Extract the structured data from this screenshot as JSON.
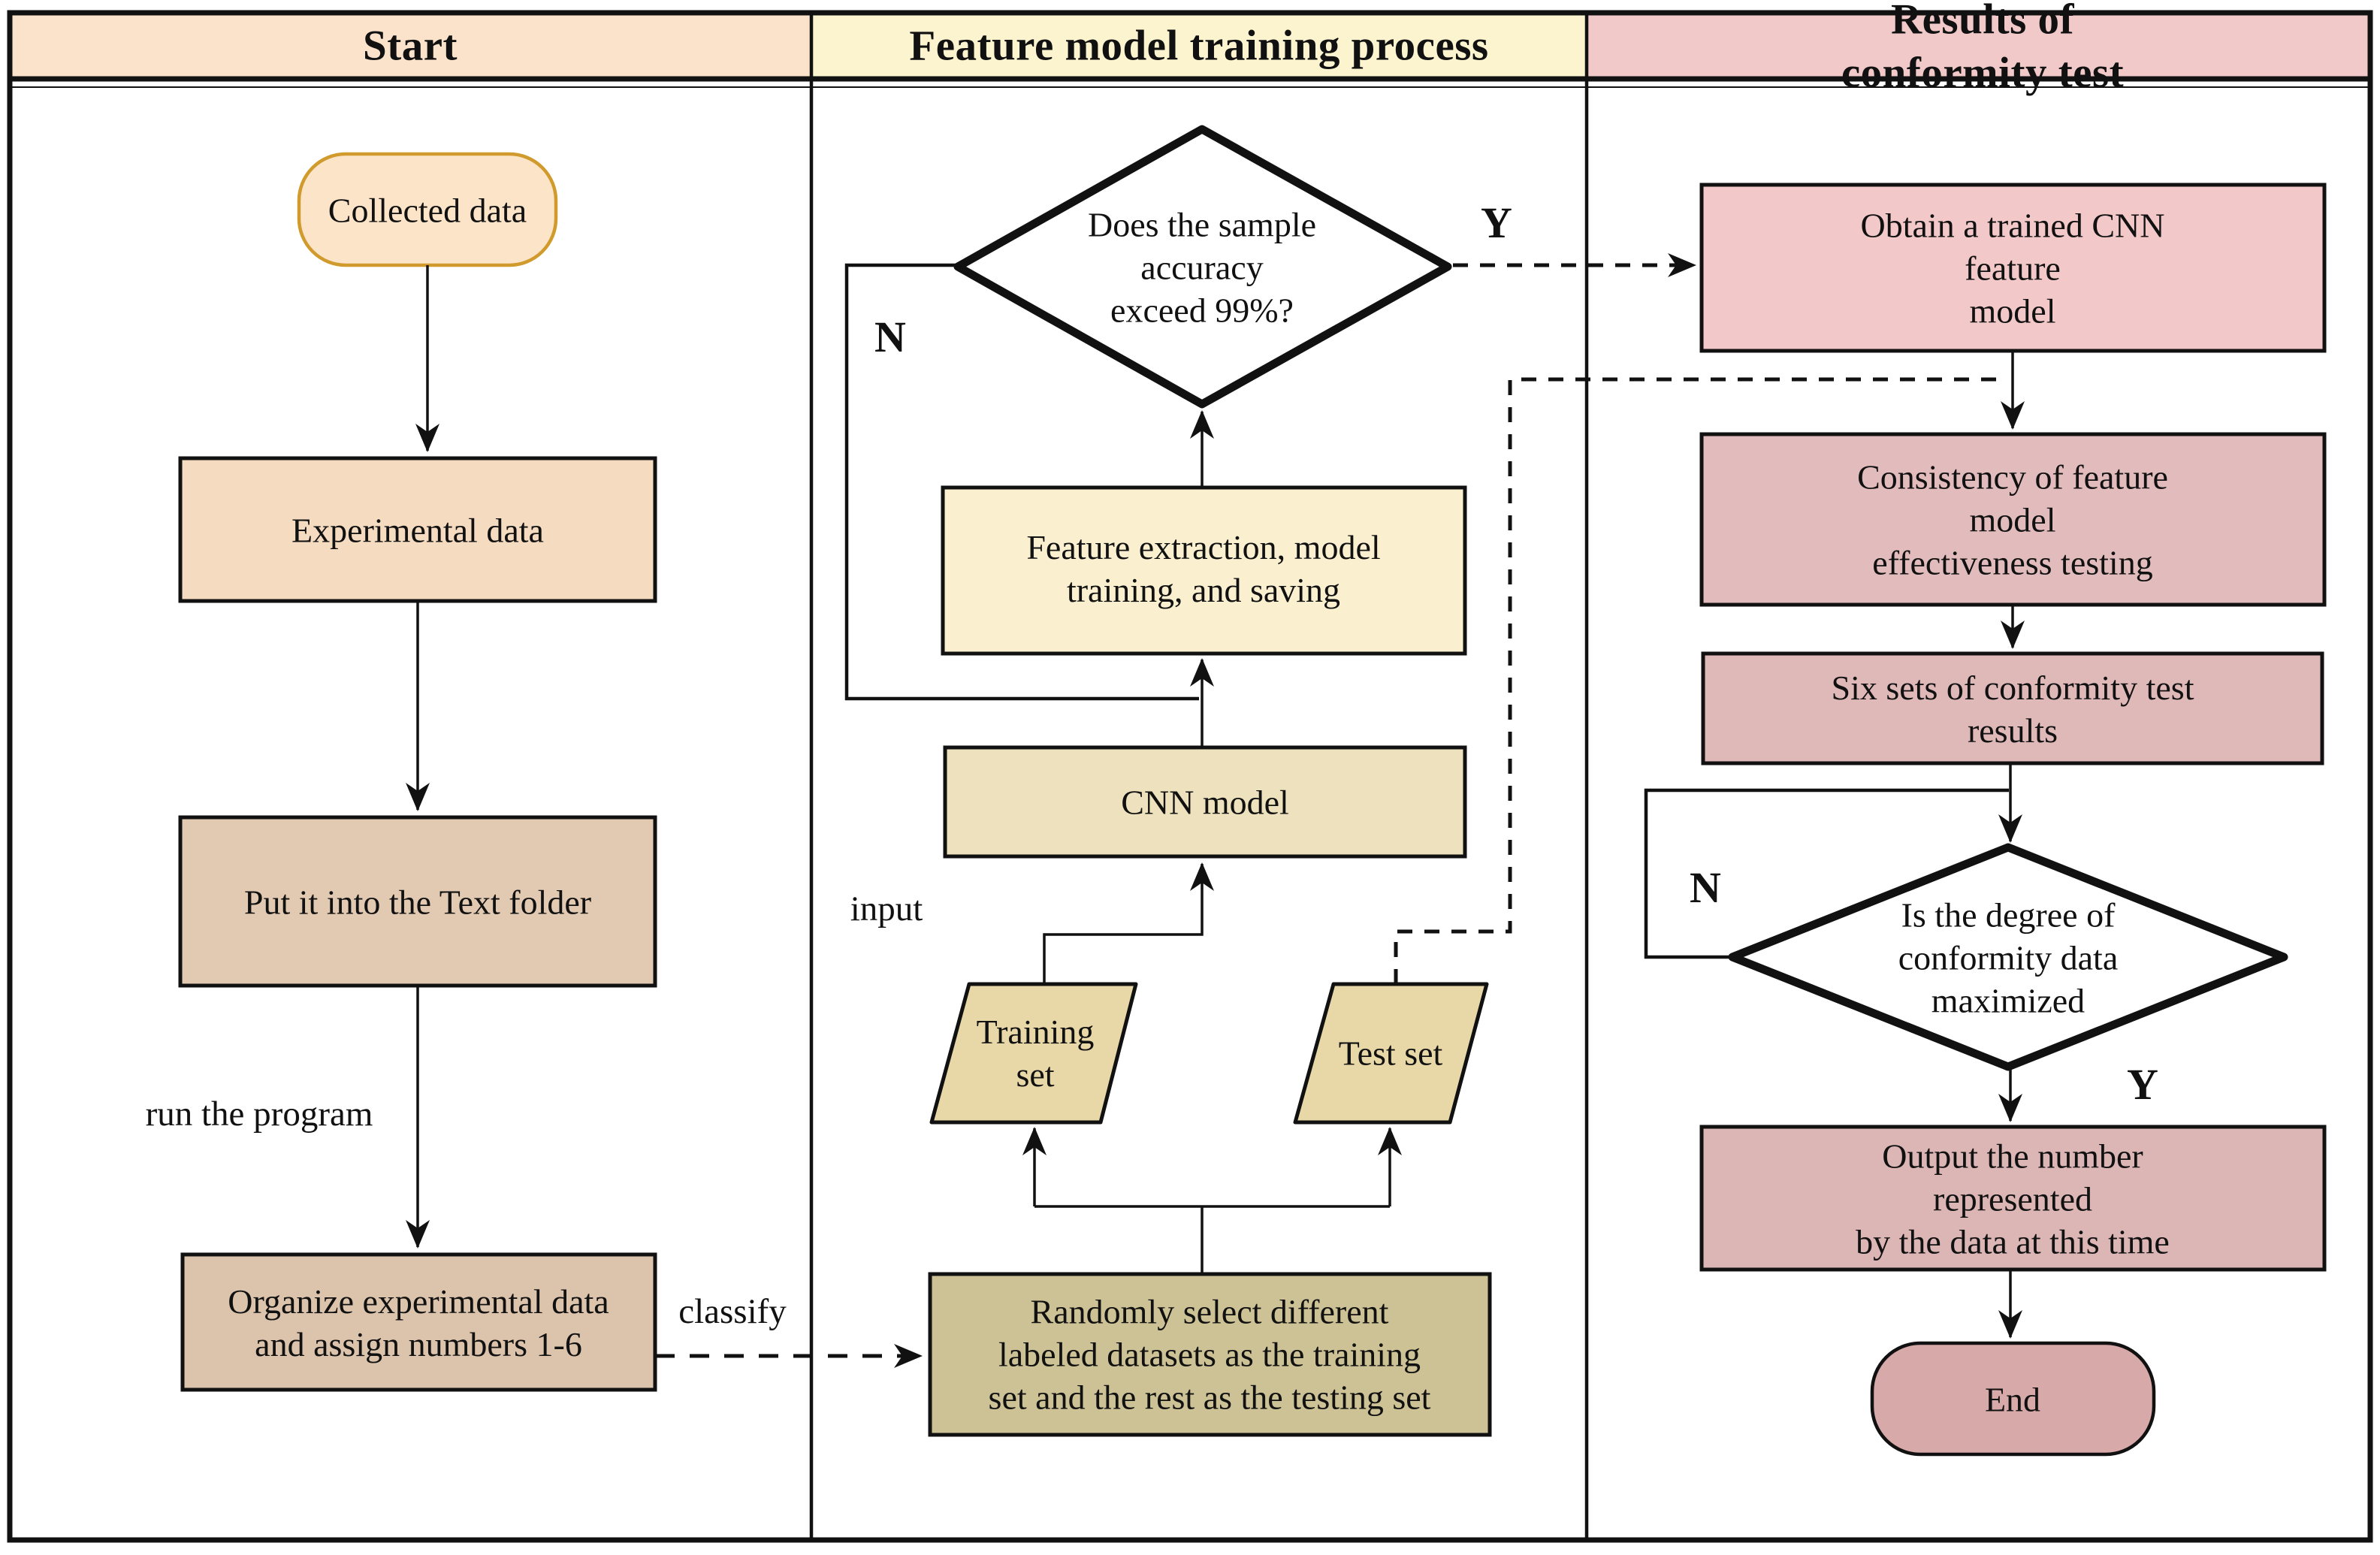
{
  "headers": {
    "start": "Start",
    "training": "Feature model training process",
    "results": "Results of conformity test"
  },
  "start_column": {
    "collected": "Collected data",
    "experimental": "Experimental data",
    "put_into_text_folder": "Put it into the Text folder",
    "run_label": "run the program",
    "organize": "Organize experimental data\nand assign numbers 1-6",
    "classify_label": "classify"
  },
  "training_column": {
    "accuracy_question": "Does the sample\naccuracy\nexceed 99%?",
    "yes_label": "Y",
    "no_label": "N",
    "feature_extraction": "Feature extraction, model\ntraining, and saving",
    "cnn_model": "CNN model",
    "input_label": "input",
    "training_set": "Training\nset",
    "test_set": "Test set",
    "random_select": "Randomly select different\nlabeled datasets as the training\nset and the rest as the testing set"
  },
  "results_column": {
    "obtain": "Obtain a trained CNN feature\nmodel",
    "consistency": "Consistency of feature model\neffectiveness testing",
    "six_sets": "Six sets of conformity test results",
    "maximized_question": "Is the degree of\nconformity data\nmaximized",
    "no_label": "N",
    "yes_label": "Y",
    "output": "Output the number represented\nby the data at this time",
    "end": "End"
  },
  "colors": {
    "header_start_bg": "#FAE3CA",
    "header_training_bg": "#FCF3CF",
    "header_results_bg": "#F1C9C9",
    "collected_fill": "#FCE4C8",
    "collected_border": "#D09B2C",
    "experimental_fill": "#F5DCC1",
    "put_into_fill": "#E2C9B1",
    "organize_fill": "#DCC3AB",
    "feature_fill": "#FAF0D0",
    "cnn_fill": "#EDE2BD",
    "set_fill": "#E8D8A8",
    "random_fill": "#CDC295",
    "obtain_fill": "#F2C8C8",
    "consistency_fill": "#E2BCBC",
    "six_sets_fill": "#DFB8B8",
    "output_fill": "#DCB5B5",
    "end_fill": "#D8A9A9",
    "diamond_fill": "#FFFFFF",
    "line": "#111111"
  }
}
